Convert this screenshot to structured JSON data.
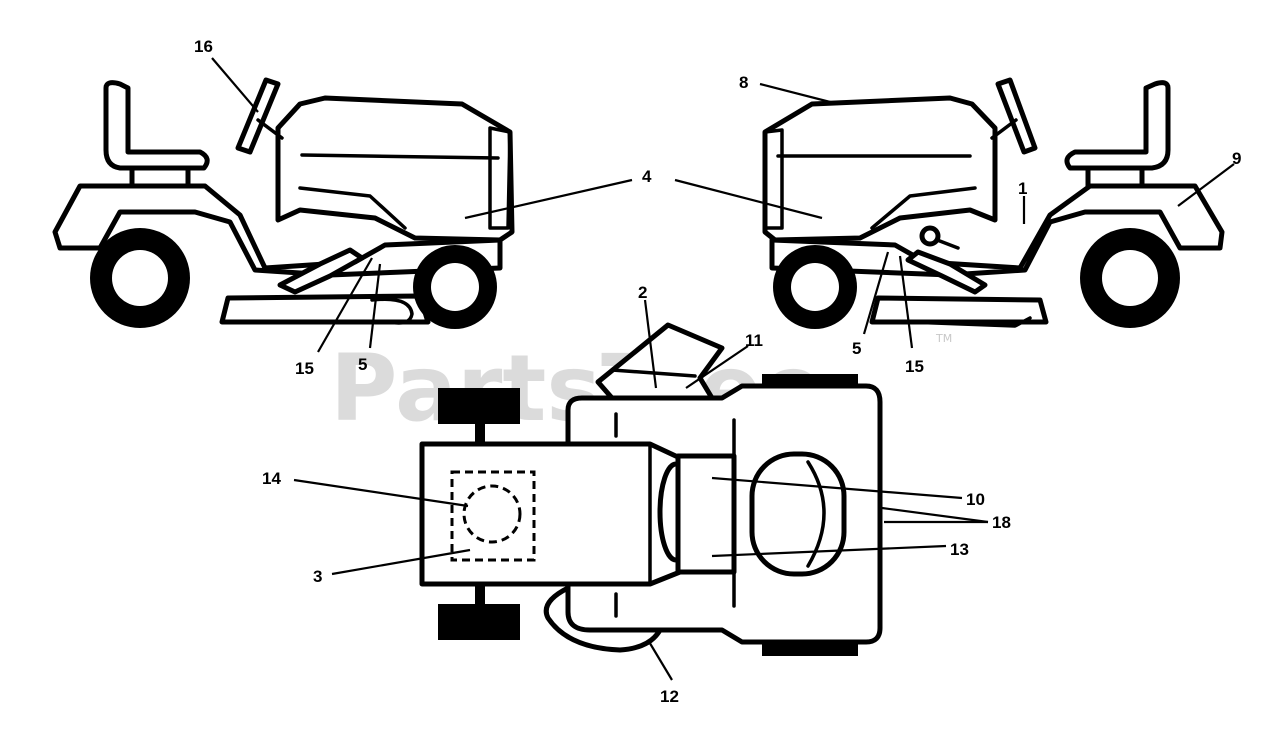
{
  "watermark": {
    "text": "PartsTree",
    "trademark": "TM"
  },
  "callouts": {
    "c1": "1",
    "c2": "2",
    "c3": "3",
    "c4": "4",
    "c5a": "5",
    "c5b": "5",
    "c8": "8",
    "c9": "9",
    "c10": "10",
    "c11": "11",
    "c12": "12",
    "c13": "13",
    "c14": "14",
    "c15a": "15",
    "c15b": "15",
    "c16": "16",
    "c18": "18"
  }
}
